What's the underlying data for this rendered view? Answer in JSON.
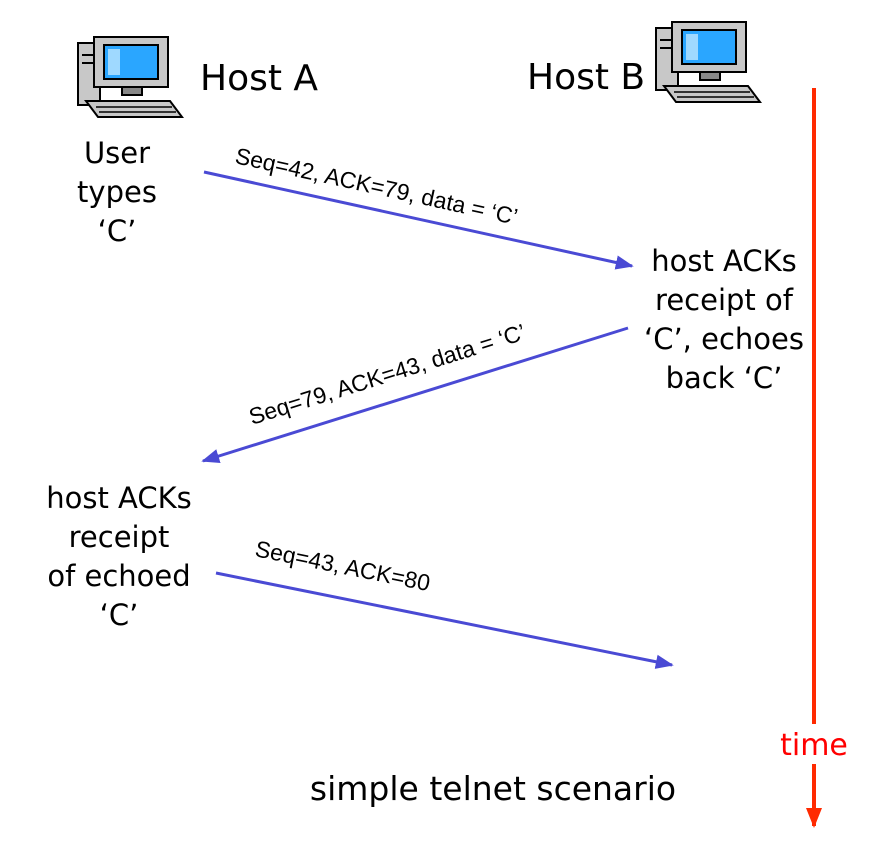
{
  "hosts": {
    "a": {
      "label": "Host A",
      "icon": "desktop-computer-icon"
    },
    "b": {
      "label": "Host B",
      "icon": "desktop-computer-icon"
    }
  },
  "notes": {
    "user_types": [
      "User",
      "types",
      "‘C’"
    ],
    "host_b_ack": [
      "host ACKs",
      "receipt of",
      "‘C’, echoes",
      "back ‘C’"
    ],
    "host_a_ack": [
      "host ACKs",
      "receipt",
      "of echoed",
      "‘C’"
    ]
  },
  "messages": [
    {
      "label": "Seq=42, ACK=79, data = ‘C’"
    },
    {
      "label": "Seq=79, ACK=43, data = ‘C’"
    },
    {
      "label": "Seq=43, ACK=80"
    }
  ],
  "timeline": {
    "label": "time"
  },
  "caption": "simple telnet scenario",
  "colors": {
    "message_arrow": "#4a4ad4",
    "time_arrow": "#ff2a00",
    "time_text": "#ff0000",
    "monitor_screen": "#2aa6ff",
    "computer_body": "#c8c8c8"
  }
}
